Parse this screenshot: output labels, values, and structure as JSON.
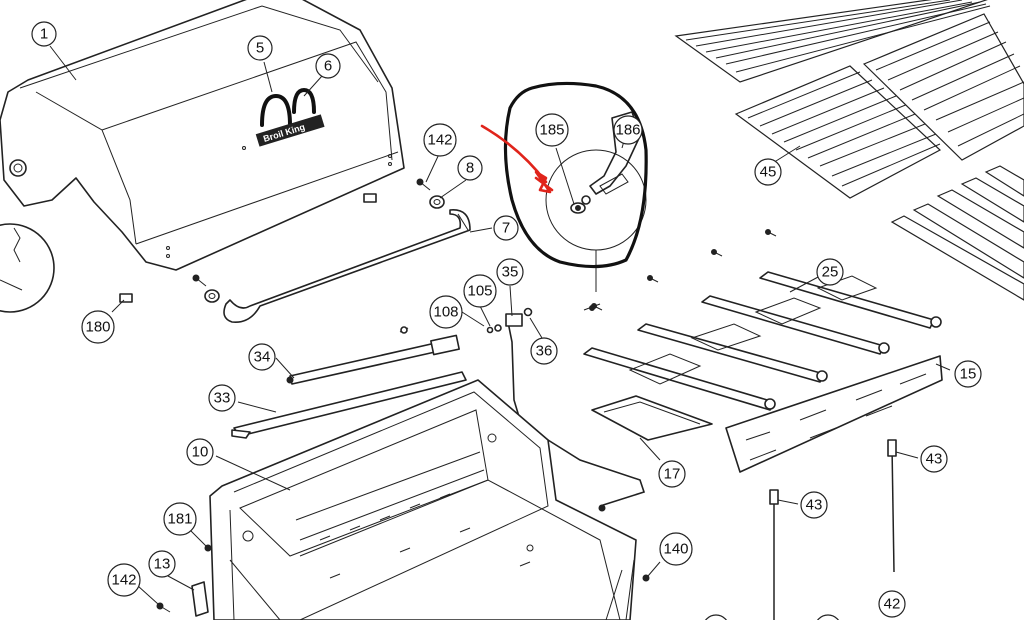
{
  "diagram": {
    "brand_logo_text": "Broil King",
    "callouts": [
      {
        "id": "c1",
        "label": "1"
      },
      {
        "id": "c5",
        "label": "5"
      },
      {
        "id": "c6",
        "label": "6"
      },
      {
        "id": "c142a",
        "label": "142"
      },
      {
        "id": "c8",
        "label": "8"
      },
      {
        "id": "c7",
        "label": "7"
      },
      {
        "id": "c180",
        "label": "180"
      },
      {
        "id": "c185",
        "label": "185"
      },
      {
        "id": "c186",
        "label": "186"
      },
      {
        "id": "c45",
        "label": "45"
      },
      {
        "id": "c25",
        "label": "25"
      },
      {
        "id": "c35",
        "label": "35"
      },
      {
        "id": "c105",
        "label": "105"
      },
      {
        "id": "c108",
        "label": "108"
      },
      {
        "id": "c36",
        "label": "36"
      },
      {
        "id": "c34",
        "label": "34"
      },
      {
        "id": "c33",
        "label": "33"
      },
      {
        "id": "c10",
        "label": "10"
      },
      {
        "id": "c15",
        "label": "15"
      },
      {
        "id": "c17",
        "label": "17"
      },
      {
        "id": "c43a",
        "label": "43"
      },
      {
        "id": "c43b",
        "label": "43"
      },
      {
        "id": "c181",
        "label": "181"
      },
      {
        "id": "c13",
        "label": "13"
      },
      {
        "id": "c142b",
        "label": "142"
      },
      {
        "id": "c140",
        "label": "140"
      },
      {
        "id": "c42",
        "label": "42"
      }
    ],
    "annotations": {
      "red_arrow": "pointing-to-part-185",
      "black_circle": "highlight-around-parts-185-186"
    }
  }
}
